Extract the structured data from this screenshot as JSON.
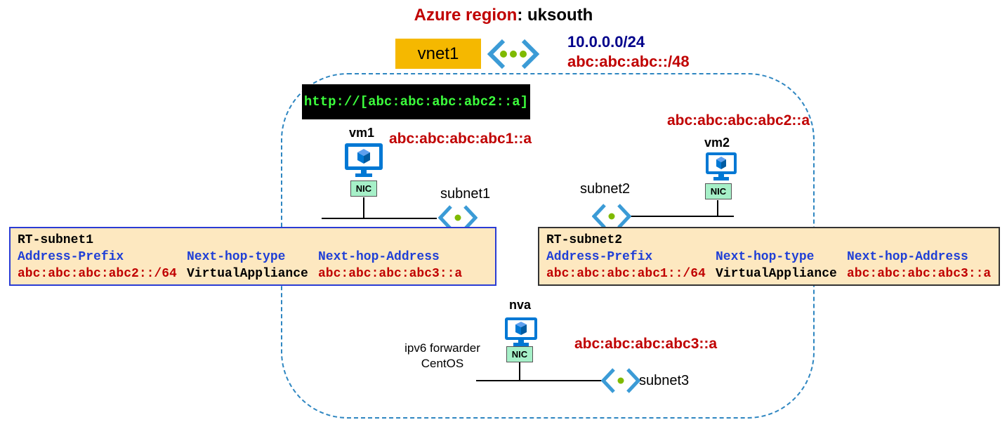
{
  "title": {
    "label": "Azure region",
    "separator": ": ",
    "value": "uksouth"
  },
  "vnet": {
    "name": "vnet1",
    "ipv4_prefix": "10.0.0.0/24",
    "ipv6_prefix": "abc:abc:abc::/48",
    "icon": "vnet-icon"
  },
  "http_request": "http://[abc:abc:abc:abc2::a]",
  "vms": {
    "vm1": {
      "name": "vm1",
      "address": "abc:abc:abc:abc1::a",
      "nic": "NIC"
    },
    "vm2": {
      "name": "vm2",
      "address": "abc:abc:abc:abc2::a",
      "nic": "NIC"
    },
    "nva": {
      "name": "nva",
      "address": "abc:abc:abc:abc3::a",
      "nic": "NIC",
      "role": "ipv6 forwarder",
      "os": "CentOS"
    }
  },
  "subnets": {
    "subnet1": "subnet1",
    "subnet2": "subnet2",
    "subnet3": "subnet3",
    "icon": "subnet-icon"
  },
  "route_tables": [
    {
      "name": "RT-subnet1",
      "headers": [
        "Address-Prefix",
        "Next-hop-type",
        "Next-hop-Address"
      ],
      "routes": [
        {
          "prefix": "abc:abc:abc:abc2::/64",
          "next_hop_type": "VirtualAppliance",
          "next_hop_address": "abc:abc:abc:abc3::a"
        }
      ]
    },
    {
      "name": "RT-subnet2",
      "headers": [
        "Address-Prefix",
        "Next-hop-type",
        "Next-hop-Address"
      ],
      "routes": [
        {
          "prefix": "abc:abc:abc:abc1::/64",
          "next_hop_type": "VirtualAppliance",
          "next_hop_address": "abc:abc:abc:abc3::a"
        }
      ]
    }
  ],
  "colors": {
    "accent_red": "#c00000",
    "ipv4_blue": "#00008b",
    "vnet_fill": "#f5b800",
    "vnet_border": "#2e86c1",
    "vm_blue": "#0078d4",
    "nic_fill": "#a6f0c8",
    "rt_fill": "#fde8c0",
    "subnet_dot": "#7fba00"
  }
}
